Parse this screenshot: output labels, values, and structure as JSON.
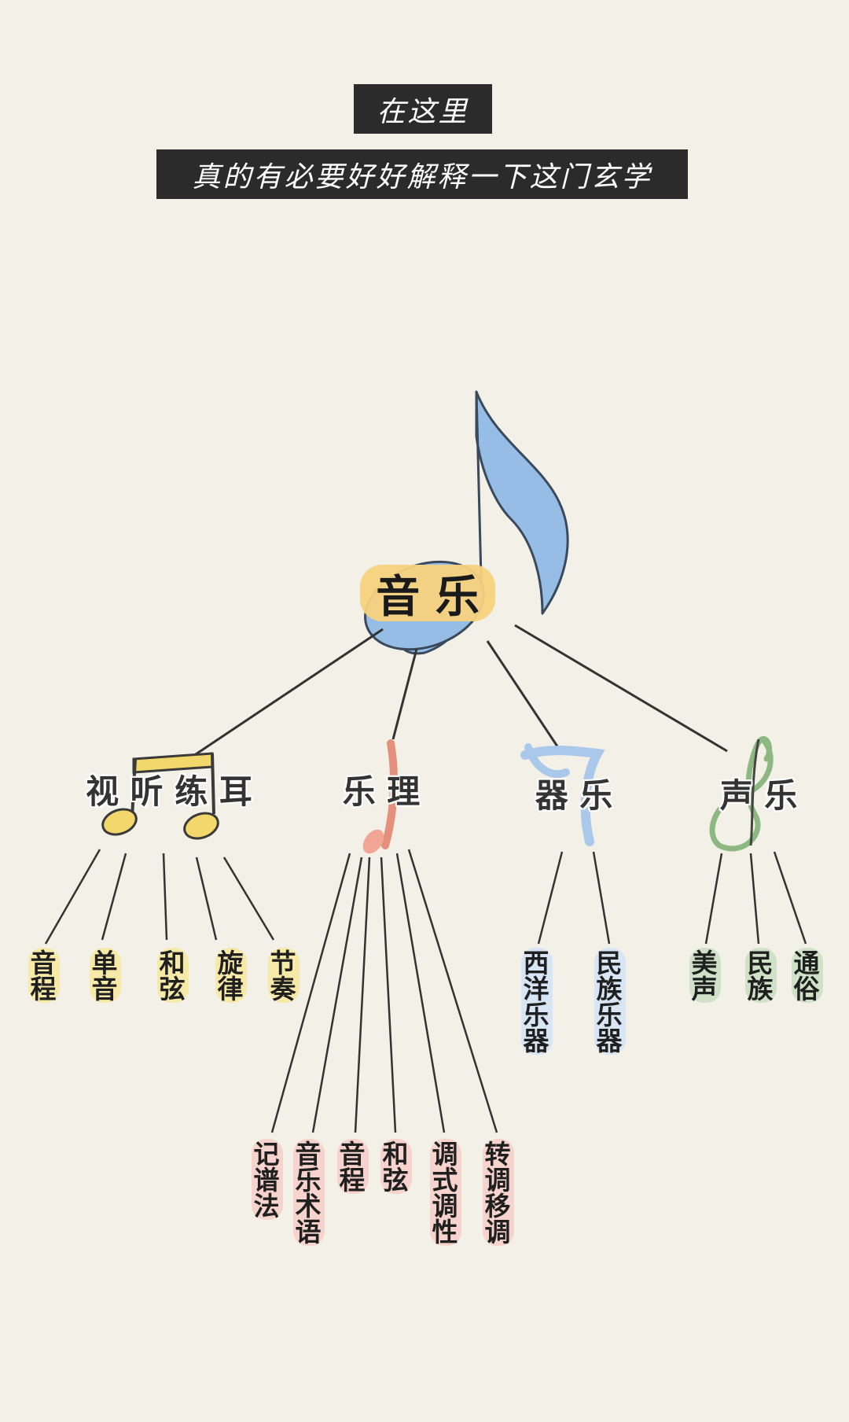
{
  "header": {
    "line1": "在这里",
    "line2": "真的有必要好好解释一下这门玄学"
  },
  "root": {
    "label": "音 乐"
  },
  "branches": [
    {
      "label": "视 听 练 耳",
      "color": "#f2d86a",
      "leaves": [
        "音程",
        "单音",
        "和弦",
        "旋律",
        "节奏"
      ]
    },
    {
      "label": "乐 理",
      "color": "#f2a594",
      "leaves": [
        "记谱法",
        "音乐术语",
        "音程",
        "和弦",
        "调式调性",
        "转调移调"
      ]
    },
    {
      "label": "器 乐",
      "color": "#a9c8ea",
      "leaves": [
        "西洋乐器",
        "民族乐器"
      ]
    },
    {
      "label": "声 乐",
      "color": "#a9cc9e",
      "leaves": [
        "美声",
        "民族",
        "通俗"
      ]
    }
  ],
  "colors": {
    "background": "#f3f0e7",
    "banner": "#2b2b2b",
    "root_highlight": "#f7d27e",
    "root_note": "#95bde6"
  }
}
